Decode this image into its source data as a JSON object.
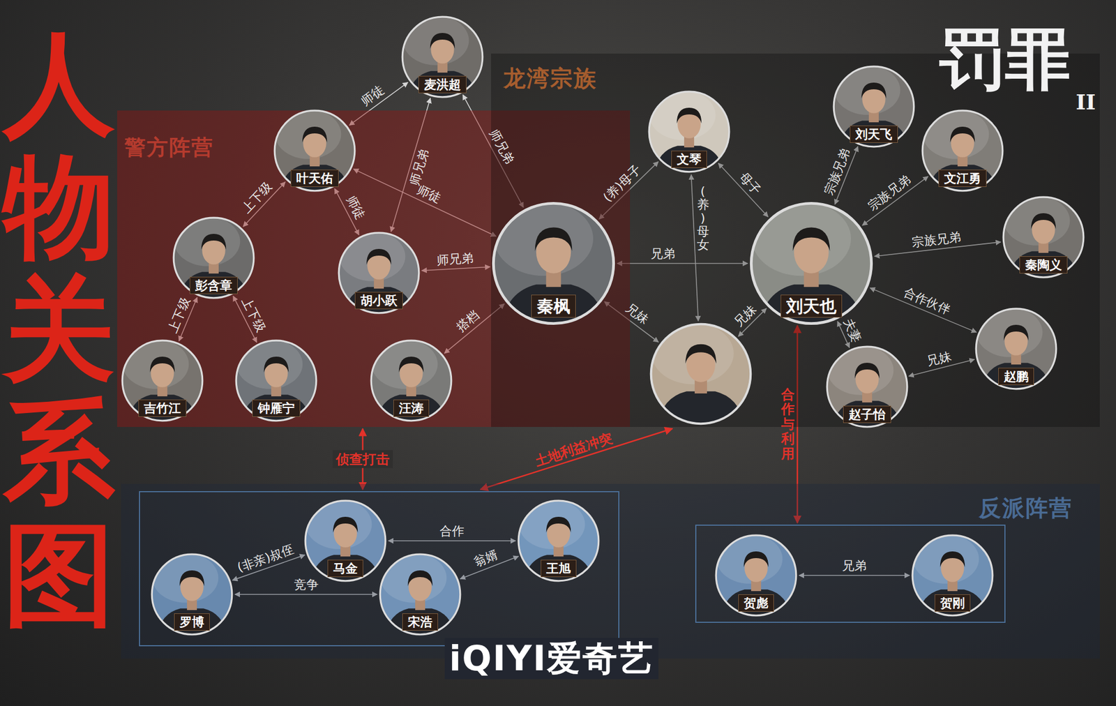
{
  "diagram": {
    "title": "人物关系图",
    "nodes": [
      {
        "text": [
          "麦洪超"
        ]
      },
      {
        "text": [
          "警方阵营"
        ]
      },
      {
        "text": [
          "叶天佑"
        ],
        "in": 1
      },
      {
        "text": [
          "彭含章"
        ],
        "in": 1
      },
      {
        "text": [
          "胡小跃"
        ],
        "in": 1
      },
      {
        "text": [
          "秦枫"
        ],
        "in": 1
      },
      {
        "text": [
          "吉竹江"
        ],
        "in": 1
      },
      {
        "text": [
          "钟雁宁"
        ],
        "in": 1
      },
      {
        "text": [
          "汪涛"
        ],
        "in": 1
      },
      {
        "text": [
          "龙湾宗族"
        ]
      },
      {
        "text": [
          "文琴"
        ],
        "in": 9
      },
      {
        "text": [],
        "in": 9
      },
      {
        "text": [
          "刘天也"
        ],
        "in": 9
      },
      {
        "text": [
          "刘天飞"
        ],
        "in": 9
      },
      {
        "text": [
          "文江勇"
        ],
        "in": 9
      },
      {
        "text": [
          "秦陶义"
        ],
        "in": 9
      },
      {
        "text": [
          "赵鹏"
        ],
        "in": 9
      },
      {
        "text": [
          "赵子怡"
        ],
        "in": 9
      },
      {
        "text": [
          "反派阵营"
        ]
      },
      {
        "text": [],
        "in": 18
      },
      {
        "text": [
          "马金"
        ],
        "in": 19
      },
      {
        "text": [
          "王旭"
        ],
        "in": 19
      },
      {
        "text": [
          "罗博"
        ],
        "in": 19
      },
      {
        "text": [
          "宋浩"
        ],
        "in": 19
      },
      {
        "text": [],
        "in": 18
      },
      {
        "text": [
          "贺彪"
        ],
        "in": 24
      },
      {
        "text": [
          "贺刚"
        ],
        "in": 24
      }
    ],
    "edges": [
      {
        "from": 0,
        "to": 2,
        "label": "师徒",
        "arrow": "both"
      },
      {
        "from": 0,
        "to": 4,
        "label": "师兄弟",
        "arrow": "both"
      },
      {
        "from": 0,
        "to": 5,
        "label": "师兄弟",
        "arrow": "both"
      },
      {
        "from": 2,
        "to": 5,
        "label": "师徒",
        "arrow": "both"
      },
      {
        "from": 2,
        "to": 4,
        "label": "师徒",
        "arrow": "both"
      },
      {
        "from": 2,
        "to": 3,
        "label": "上下级",
        "arrow": "both"
      },
      {
        "from": 3,
        "to": 6,
        "label": "上下级",
        "arrow": "both"
      },
      {
        "from": 3,
        "to": 7,
        "label": "上下级",
        "arrow": "both"
      },
      {
        "from": 4,
        "to": 5,
        "label": "师兄弟",
        "arrow": "both"
      },
      {
        "from": 5,
        "to": 8,
        "label": "搭档",
        "arrow": "both"
      },
      {
        "from": 5,
        "to": 10,
        "label": "(养)母子",
        "arrow": "both"
      },
      {
        "from": 5,
        "to": 12,
        "label": "兄弟",
        "arrow": "both"
      },
      {
        "from": 5,
        "to": 11,
        "label": "兄妹",
        "arrow": "both"
      },
      {
        "from": 10,
        "to": 11,
        "label": "(养)母女",
        "arrow": "both"
      },
      {
        "from": 10,
        "to": 12,
        "label": "母子",
        "arrow": "both"
      },
      {
        "from": 12,
        "to": 11,
        "label": "兄妹",
        "arrow": "both"
      },
      {
        "from": 12,
        "to": 13,
        "label": "宗族兄弟",
        "arrow": "both"
      },
      {
        "from": 12,
        "to": 14,
        "label": "宗族兄弟",
        "arrow": "both"
      },
      {
        "from": 12,
        "to": 15,
        "label": "宗族兄弟",
        "arrow": "both"
      },
      {
        "from": 12,
        "to": 16,
        "label": "合作伙伴",
        "arrow": "both"
      },
      {
        "from": 12,
        "to": 17,
        "label": "夫妻",
        "arrow": "both"
      },
      {
        "from": 17,
        "to": 16,
        "label": "兄妹",
        "arrow": "both"
      },
      {
        "from": 1,
        "to": 19,
        "label": "侦查打击",
        "arrow": "both"
      },
      {
        "from": 19,
        "to": 9,
        "label": "土地利益冲突",
        "arrow": "both"
      },
      {
        "from": 12,
        "to": 24,
        "label": "合作与利用",
        "arrow": "both"
      },
      {
        "from": 20,
        "to": 22,
        "label": "(非亲)叔侄",
        "arrow": "both"
      },
      {
        "from": 20,
        "to": 21,
        "label": "合作",
        "arrow": "both"
      },
      {
        "from": 21,
        "to": 23,
        "label": "翁婿",
        "arrow": "both"
      },
      {
        "from": 22,
        "to": 23,
        "label": "竞争",
        "arrow": "both"
      },
      {
        "from": 25,
        "to": 26,
        "label": "兄弟",
        "arrow": "both"
      }
    ],
    "labels": [
      "罚罪",
      "II",
      "iQIYI爱奇艺"
    ]
  }
}
